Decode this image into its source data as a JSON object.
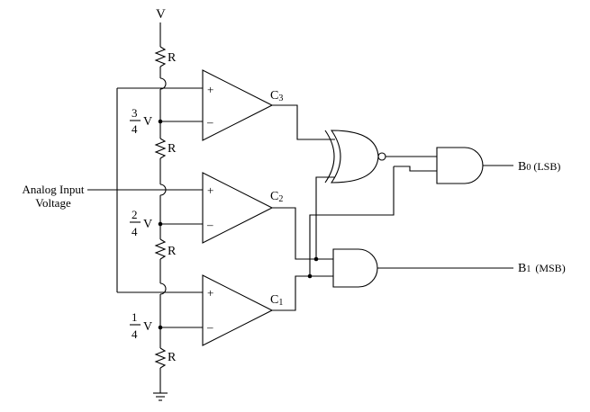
{
  "supply": "V",
  "resistor_label": "R",
  "analog_input": {
    "line1": "Analog Input",
    "line2": "Voltage"
  },
  "fraction_numerator_3": "3",
  "fraction_numerator_2": "2",
  "fraction_numerator_1": "1",
  "fraction_denominator": "4",
  "fraction_voltage": "V",
  "comparator_letter": "C",
  "comparator_index_3": "3",
  "comparator_index_2": "2",
  "comparator_index_1": "1",
  "plus_sign": "+",
  "minus_sign": "–",
  "output_b0": {
    "name": "B",
    "index": "0",
    "note": "(LSB)"
  },
  "output_b1": {
    "name": "B",
    "index": "1",
    "note": "(MSB)"
  }
}
